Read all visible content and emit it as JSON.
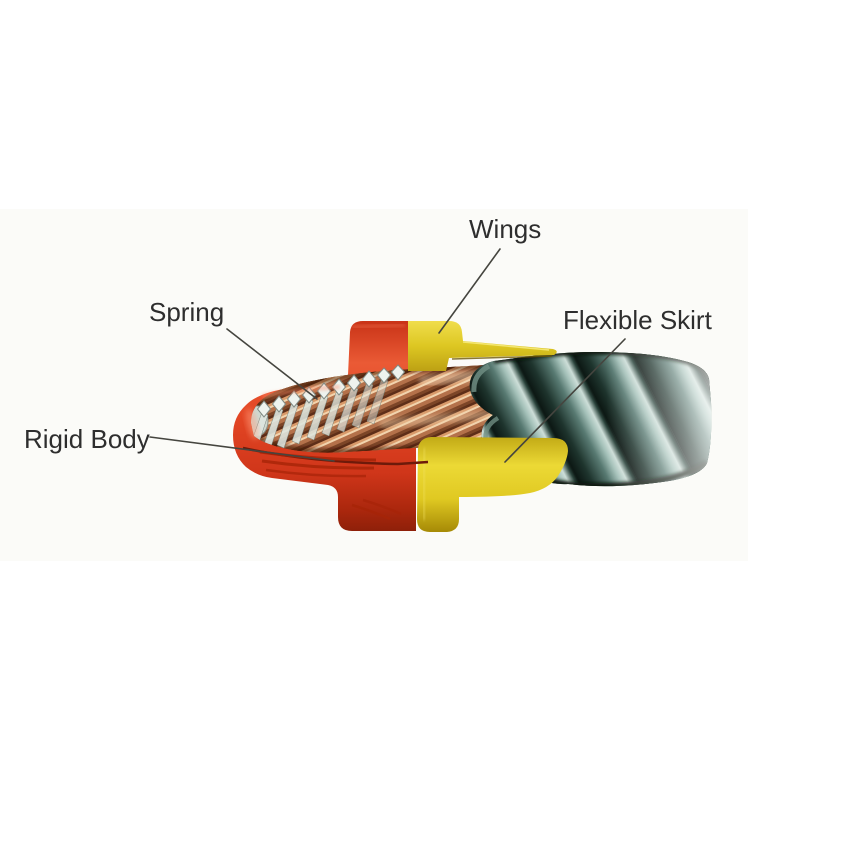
{
  "figure": {
    "labels": {
      "wings": "Wings",
      "spring": "Spring",
      "flexible_skirt": "Flexible Skirt",
      "rigid_body": "Rigid Body"
    },
    "colors": {
      "rigid_body_red": "#df4424",
      "wings_yellow": "#ddc722",
      "flexible_skirt_yellow": "#e4cf2a",
      "wire_insulation_teal": "#23382f",
      "copper_wire": "#b4714a",
      "spring_silver": "#e7ede7",
      "label_text": "#2e2e2e",
      "leader_line": "#45453f",
      "background": "#ffffff"
    }
  }
}
